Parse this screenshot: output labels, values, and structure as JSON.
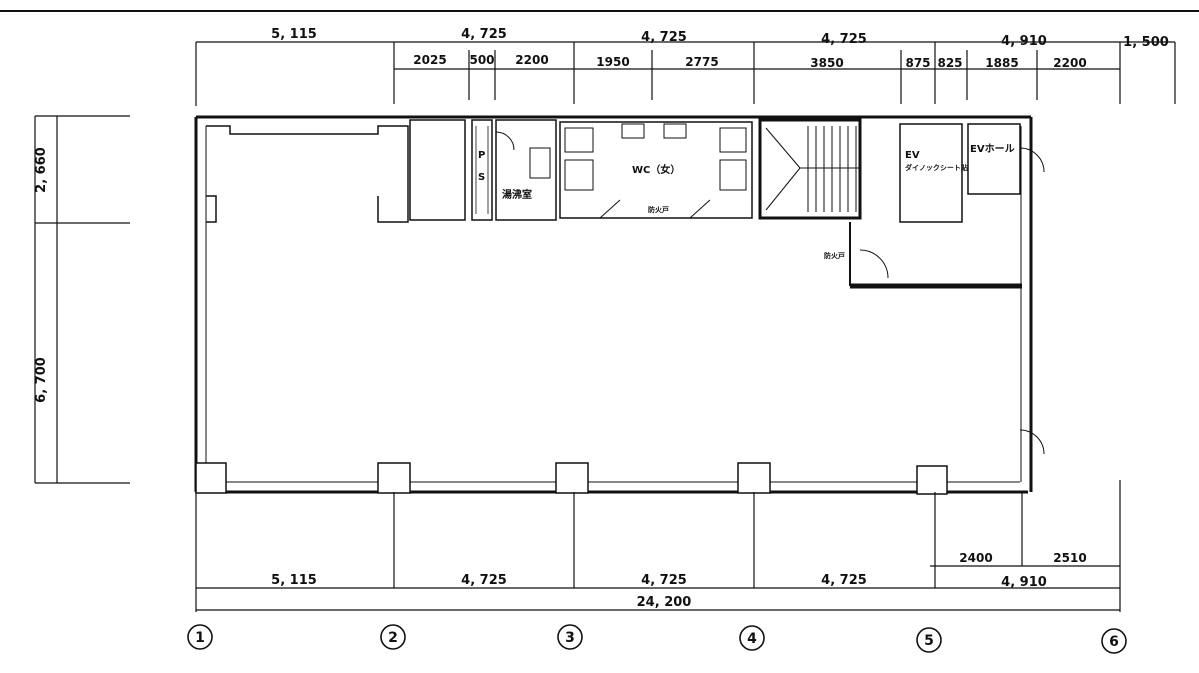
{
  "dimensions": {
    "top_row1": [
      "5, 115",
      "4, 725",
      "4, 725",
      "4, 725",
      "4, 910",
      "1, 500"
    ],
    "top_row2": [
      "2025",
      "500",
      "2200",
      "1950",
      "2775",
      "3850",
      "875",
      "825",
      "1885",
      "2200"
    ],
    "bottom_row1": [
      "5, 115",
      "4, 725",
      "4, 725",
      "4, 725",
      "4, 910"
    ],
    "bottom_row2": [
      "2400",
      "2510"
    ],
    "total": "24, 200",
    "left": [
      "2, 660",
      "6, 700"
    ]
  },
  "axes": [
    "1",
    "2",
    "3",
    "4",
    "5",
    "6"
  ],
  "rooms": {
    "wc": "WC（女）",
    "ev": "EV",
    "ev_sub": "ダイノックシート貼",
    "ev_hall": "EVホール",
    "ps_p": "P",
    "ps_s": "S",
    "kitchen": "湯沸室",
    "door1": "防火戸",
    "door2": "防火戸"
  },
  "colors": {
    "line": "#111111",
    "paper": "#ffffff"
  }
}
